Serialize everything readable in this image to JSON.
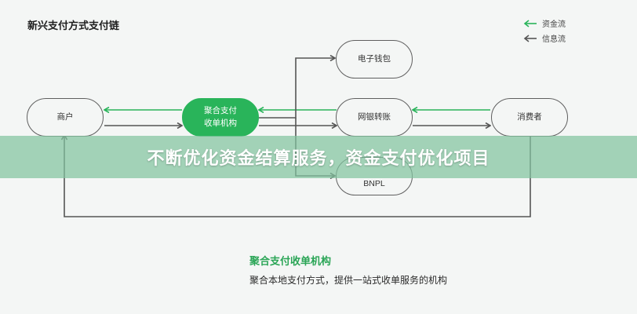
{
  "title": "新兴支付方式支付链",
  "legend": [
    {
      "label": "资金流",
      "color": "#29b45a",
      "icon": "arrow-left-icon"
    },
    {
      "label": "信息流",
      "color": "#555555",
      "icon": "arrow-left-icon"
    }
  ],
  "nodes": {
    "merchant": "商户",
    "hub_line1": "聚合支付",
    "hub_line2": "收单机构",
    "ewallet": "电子钱包",
    "bank": "网银转账",
    "bnpl": "BNPL",
    "consumer": "消费者"
  },
  "banner": "不断优化资金结算服务，资金支付优化项目",
  "description": {
    "title": "聚合支付收单机构",
    "body": "聚合本地支付方式，提供一站式收单服务的机构"
  },
  "colors": {
    "money_flow": "#29b45a",
    "info_flow": "#555555",
    "hub": "#29b45a"
  }
}
